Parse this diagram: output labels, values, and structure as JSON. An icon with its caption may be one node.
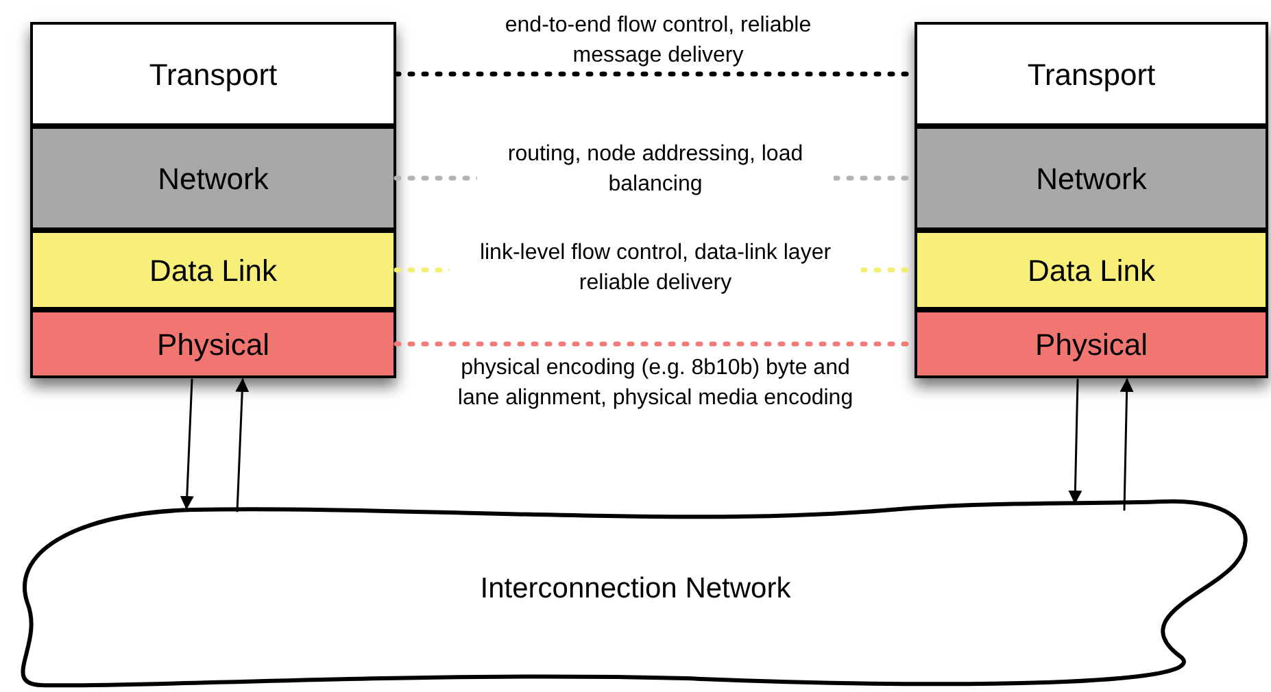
{
  "diagram": {
    "nodes": [
      {
        "text": [
          "Transport"
        ]
      },
      {
        "text": [
          "Network"
        ]
      },
      {
        "text": [
          "Data Link"
        ]
      },
      {
        "text": [
          "Physical"
        ]
      },
      {
        "text": [
          "Transport"
        ]
      },
      {
        "text": [
          "Network"
        ]
      },
      {
        "text": [
          "Data Link"
        ]
      },
      {
        "text": [
          "Physical"
        ]
      },
      {
        "text": [
          "Interconnection Network"
        ]
      }
    ],
    "edges": [
      {
        "from": 0,
        "to": 4,
        "arrow": "none",
        "style": "dashed",
        "label": "end-to-end flow control, reliable message delivery"
      },
      {
        "from": 1,
        "to": 5,
        "arrow": "none",
        "style": "dashed",
        "color": "#b3b3b3",
        "label": "routing, node addressing, load balancing"
      },
      {
        "from": 2,
        "to": 6,
        "arrow": "none",
        "style": "dashed",
        "color": "#f5ed6e",
        "label": "link-level flow control, data-link layer reliable delivery"
      },
      {
        "from": 3,
        "to": 7,
        "arrow": "none",
        "style": "dashed",
        "color": "#f07b78",
        "label": "physical encoding (e.g. 8b10b) byte and lane alignment, physical media encoding"
      },
      {
        "from": 3,
        "to": 8,
        "arrow": "to"
      },
      {
        "from": 8,
        "to": 3,
        "arrow": "to"
      },
      {
        "from": 7,
        "to": 8,
        "arrow": "to"
      },
      {
        "from": 8,
        "to": 7,
        "arrow": "to"
      }
    ]
  }
}
